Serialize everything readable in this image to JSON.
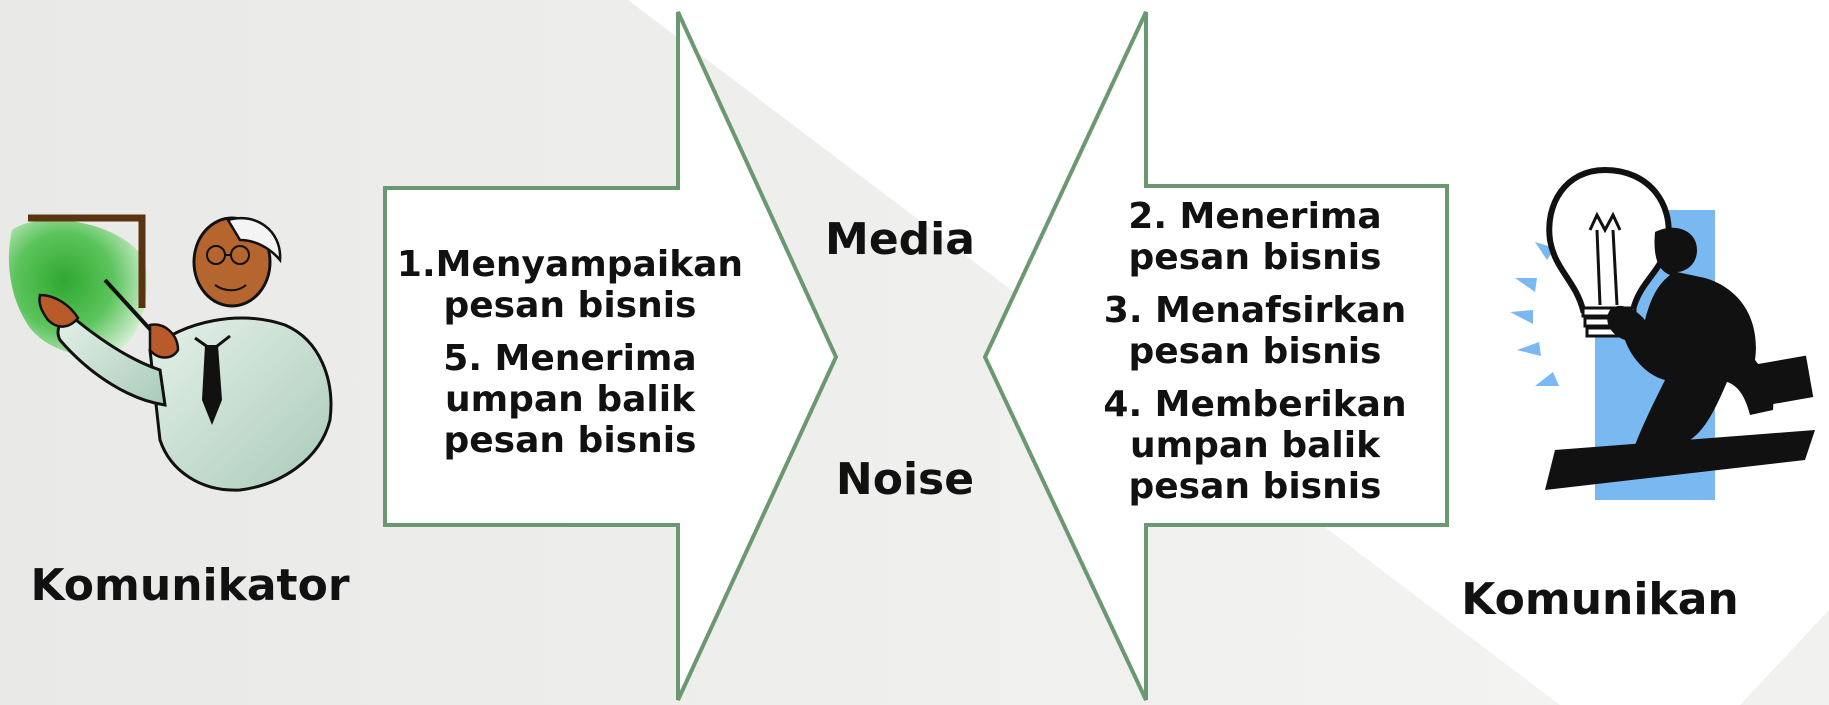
{
  "colors": {
    "arrow_stroke": "#6a9870",
    "background_shade": "#efefed",
    "text": "#111111"
  },
  "sender": {
    "label": "Komunikator",
    "icon": "teacher-at-board-clipart",
    "steps": [
      {
        "line1": "1.Menyampaikan",
        "line2": "pesan bisnis"
      },
      {
        "line1": "5. Menerima",
        "line2": "umpan balik",
        "line3": "pesan bisnis"
      }
    ]
  },
  "center": {
    "media": "Media",
    "noise": "Noise"
  },
  "receiver": {
    "label": "Komunikan",
    "icon": "man-with-lightbulb-clipart",
    "steps": [
      {
        "line1": "2. Menerima",
        "line2": "pesan bisnis"
      },
      {
        "line1": "3. Menafsirkan",
        "line2": "pesan bisnis"
      },
      {
        "line1": "4. Memberikan",
        "line2": "umpan balik",
        "line3": "pesan bisnis"
      }
    ]
  }
}
